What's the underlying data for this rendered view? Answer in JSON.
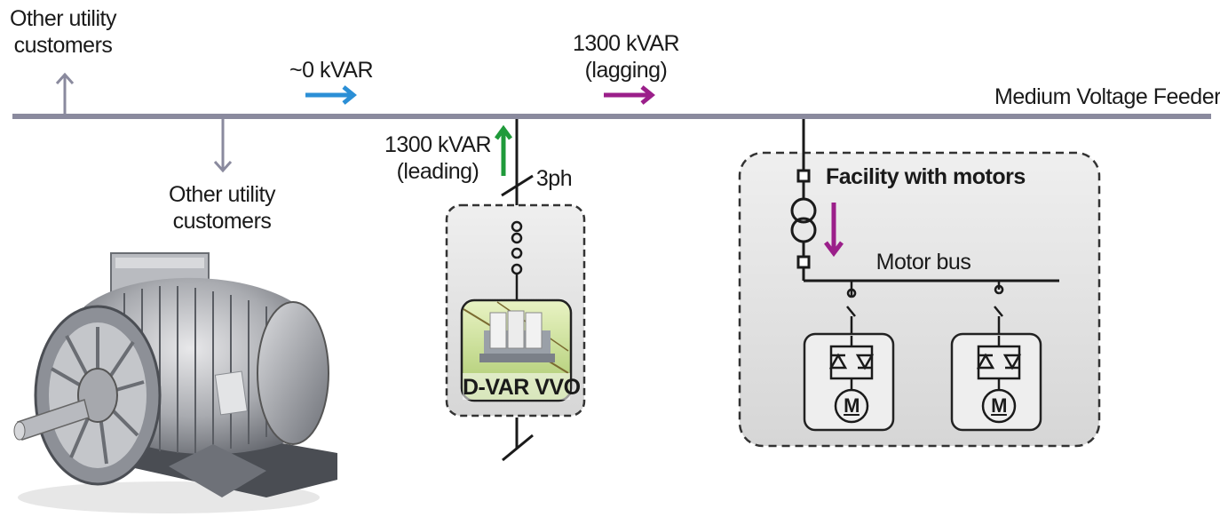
{
  "labels": {
    "top_customers_line1": "Other utility",
    "top_customers_line2": "customers",
    "bottom_customers_line1": "Other utility",
    "bottom_customers_line2": "customers",
    "zero_kvar": "~0 kVAR",
    "lagging_kvar_line1": "1300 kVAR",
    "lagging_kvar_line2": "(lagging)",
    "feeder": "Medium Voltage Feeder",
    "leading_kvar_line1": "1300 kVAR",
    "leading_kvar_line2": "(leading)",
    "three_phase": "3ph",
    "facility": "Facility with motors",
    "motor_bus": "Motor bus",
    "dvar": "D-VAR VVO",
    "motor_symbol": "M"
  },
  "colors": {
    "feeder_line": "#8a8a9e",
    "gray_arrow": "#8a8a9e",
    "blue_arrow": "#2b8fd6",
    "purple_arrow": "#9b1f8a",
    "green_arrow": "#1f9a3a",
    "box_fill": "#e4e4e4",
    "wire": "#1a1a1a"
  },
  "icons": {
    "motor_photo": "electric-motor-photo",
    "statcom": "statcom-unit-icon",
    "transformer": "transformer-symbol",
    "thyristor": "thyristor-pair-symbol"
  }
}
